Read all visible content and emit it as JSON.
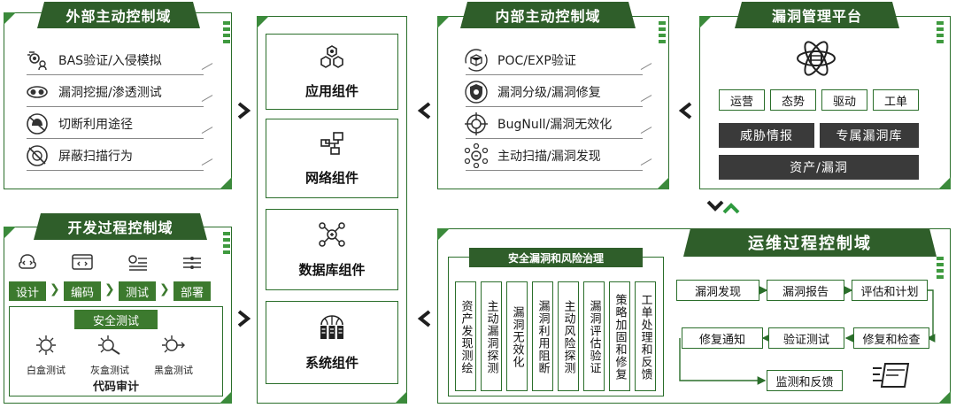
{
  "external": {
    "title": "外部主动控制域",
    "items": [
      {
        "label": "BAS验证/入侵模拟",
        "icon": "gear-person-icon"
      },
      {
        "label": "漏洞挖掘/渗透测试",
        "icon": "goggles-icon"
      },
      {
        "label": "切断利用途径",
        "icon": "hacker-blocked-icon"
      },
      {
        "label": "屏蔽扫描行为",
        "icon": "radar-blocked-icon"
      }
    ]
  },
  "dev": {
    "title": "开发过程控制域",
    "steps": [
      "设计",
      "编码",
      "测试",
      "部署"
    ],
    "security_test_label": "安全测试",
    "tests": [
      "白盒测试",
      "灰盒测试",
      "黑盒测试"
    ],
    "code_audit_label": "代码审计"
  },
  "components": [
    {
      "label": "应用组件",
      "icon": "hexagon-cluster-icon"
    },
    {
      "label": "网络组件",
      "icon": "network-nodes-icon"
    },
    {
      "label": "数据库组件",
      "icon": "database-nodes-icon"
    },
    {
      "label": "系统组件",
      "icon": "globe-server-icon"
    }
  ],
  "internal": {
    "title": "内部主动控制域",
    "items": [
      {
        "label": "POC/EXP验证",
        "icon": "cube-cycle-icon"
      },
      {
        "label": "漏洞分级/漏洞修复",
        "icon": "shield-gear-icon"
      },
      {
        "label": "BugNull/漏洞无效化",
        "icon": "crosshair-icon"
      },
      {
        "label": "主动扫描/漏洞发现",
        "icon": "scan-nodes-icon"
      }
    ]
  },
  "platform": {
    "title": "漏洞管理平台",
    "chips": [
      "运营",
      "态势",
      "驱动",
      "工单"
    ],
    "dark_boxes": [
      "威胁情报",
      "专属漏洞库",
      "资产/漏洞"
    ]
  },
  "ops": {
    "title": "运维过程控制域",
    "governance_title": "安全漏洞和风险治理",
    "columns": [
      "资产发现测绘",
      "主动漏洞探测",
      "漏洞无效化",
      "漏洞利用阻断",
      "主动风险探测",
      "漏洞评估验证",
      "策略加固和修复",
      "工单处理和反馈"
    ],
    "flow": {
      "discover": "漏洞发现",
      "report": "漏洞报告",
      "assess": "评估和计划",
      "notify": "修复通知",
      "verify": "验证测试",
      "fix": "修复和检查",
      "monitor": "监测和反馈"
    }
  },
  "colors": {
    "accent": "#2f5e2a",
    "border": "#2a6e2a",
    "dark": "#3a3a3a"
  }
}
